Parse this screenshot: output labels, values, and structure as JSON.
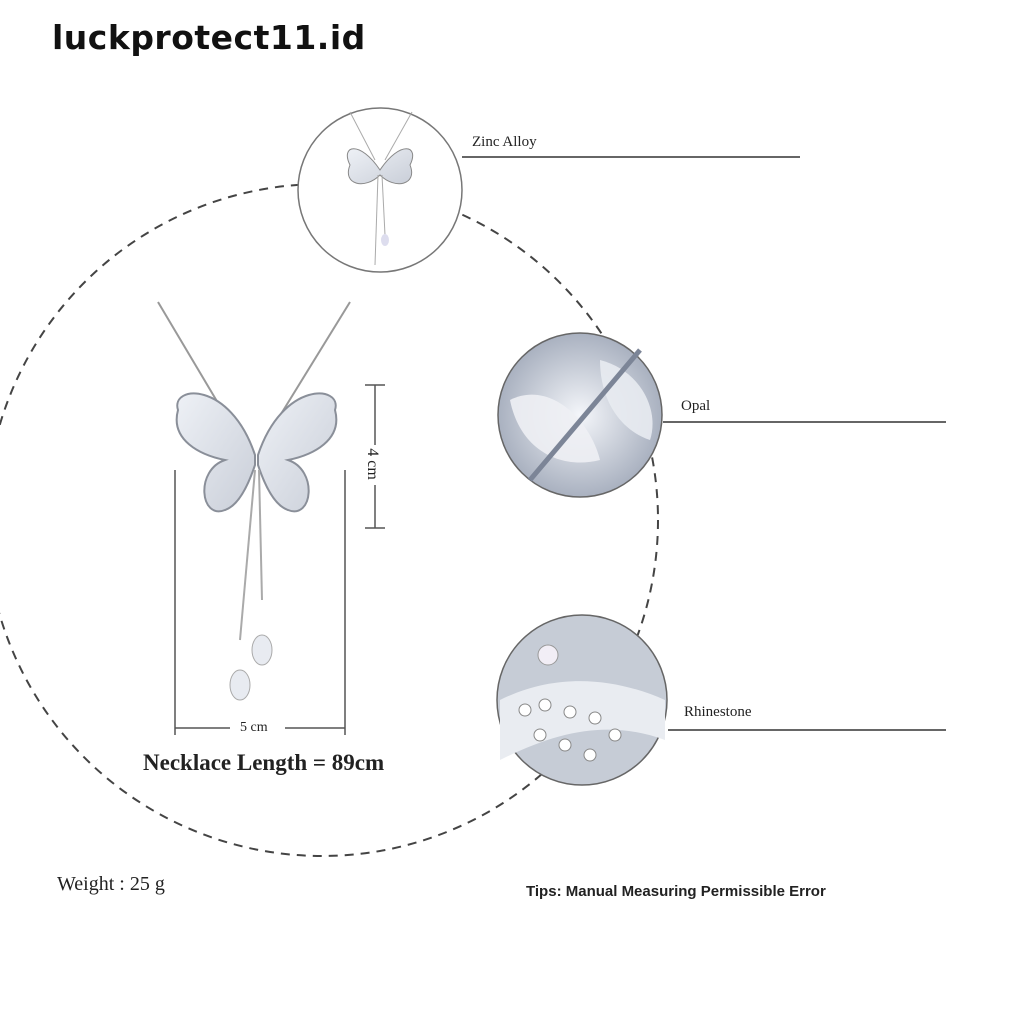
{
  "watermark": "luckprotect11.id",
  "materials": [
    {
      "label": "Zinc Alloy"
    },
    {
      "label": "Opal"
    },
    {
      "label": "Rhinestone"
    }
  ],
  "dimensions": {
    "height": "4 cm",
    "width": "5 cm"
  },
  "necklace_length": "Necklace Length = 89cm",
  "weight": "Weight : 25 g",
  "tips": "Tips: Manual Measuring Permissible Error"
}
